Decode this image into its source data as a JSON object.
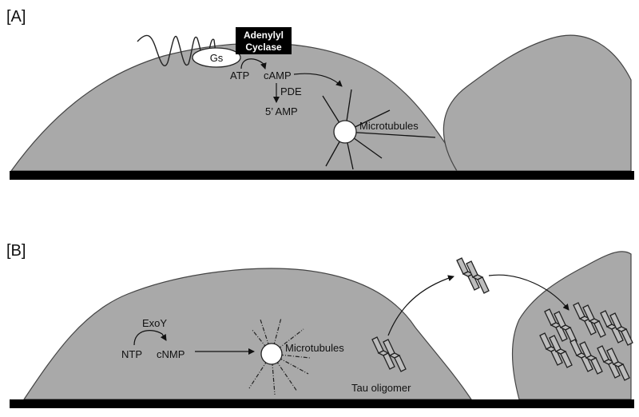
{
  "panel_a": {
    "label": "[A]",
    "adenylyl_cyclase_line1": "Adenylyl",
    "adenylyl_cyclase_line2": "Cyclase",
    "gs": "Gs",
    "atp": "ATP",
    "camp": "cAMP",
    "pde": "PDE",
    "amp": "5’ AMP",
    "microtubules": "Microtubules"
  },
  "panel_b": {
    "label": "[B]",
    "exoy": "ExoY",
    "ntp": "NTP",
    "cnmp": "cNMP",
    "microtubules": "Microtubules",
    "tau_oligomer": "Tau oligomer"
  },
  "colors": {
    "cell_fill": "#a9a9a9",
    "cell_stroke": "#444444",
    "substrate": "#000000",
    "centrosome": "#ffffff"
  }
}
